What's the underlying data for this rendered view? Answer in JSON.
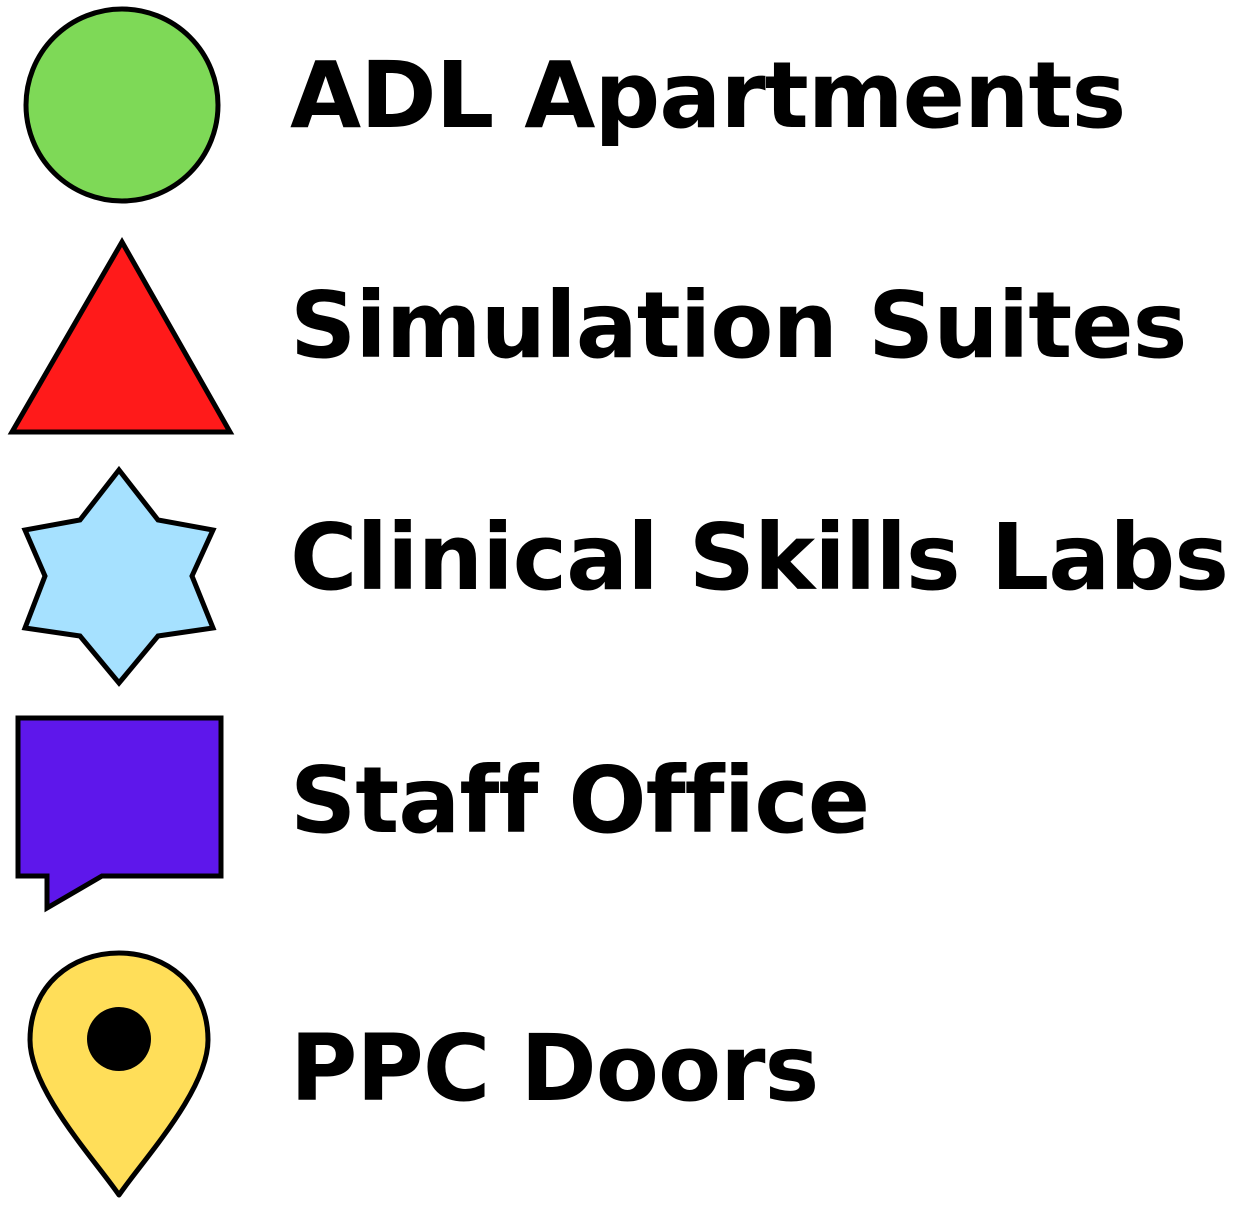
{
  "legend": {
    "items": [
      {
        "label": "ADL Apartments",
        "icon": "circle-icon",
        "color": "#7ED957"
      },
      {
        "label": "Simulation Suites",
        "icon": "triangle-icon",
        "color": "#FF1A1A"
      },
      {
        "label": "Clinical Skills Labs",
        "icon": "star-icon",
        "color": "#A6E1FF"
      },
      {
        "label": "Staff Office",
        "icon": "speech-bubble-icon",
        "color": "#5E17EB"
      },
      {
        "label": "PPC Doors",
        "icon": "map-pin-icon",
        "color": "#FFDE59"
      }
    ],
    "outline_color": "#000000"
  }
}
